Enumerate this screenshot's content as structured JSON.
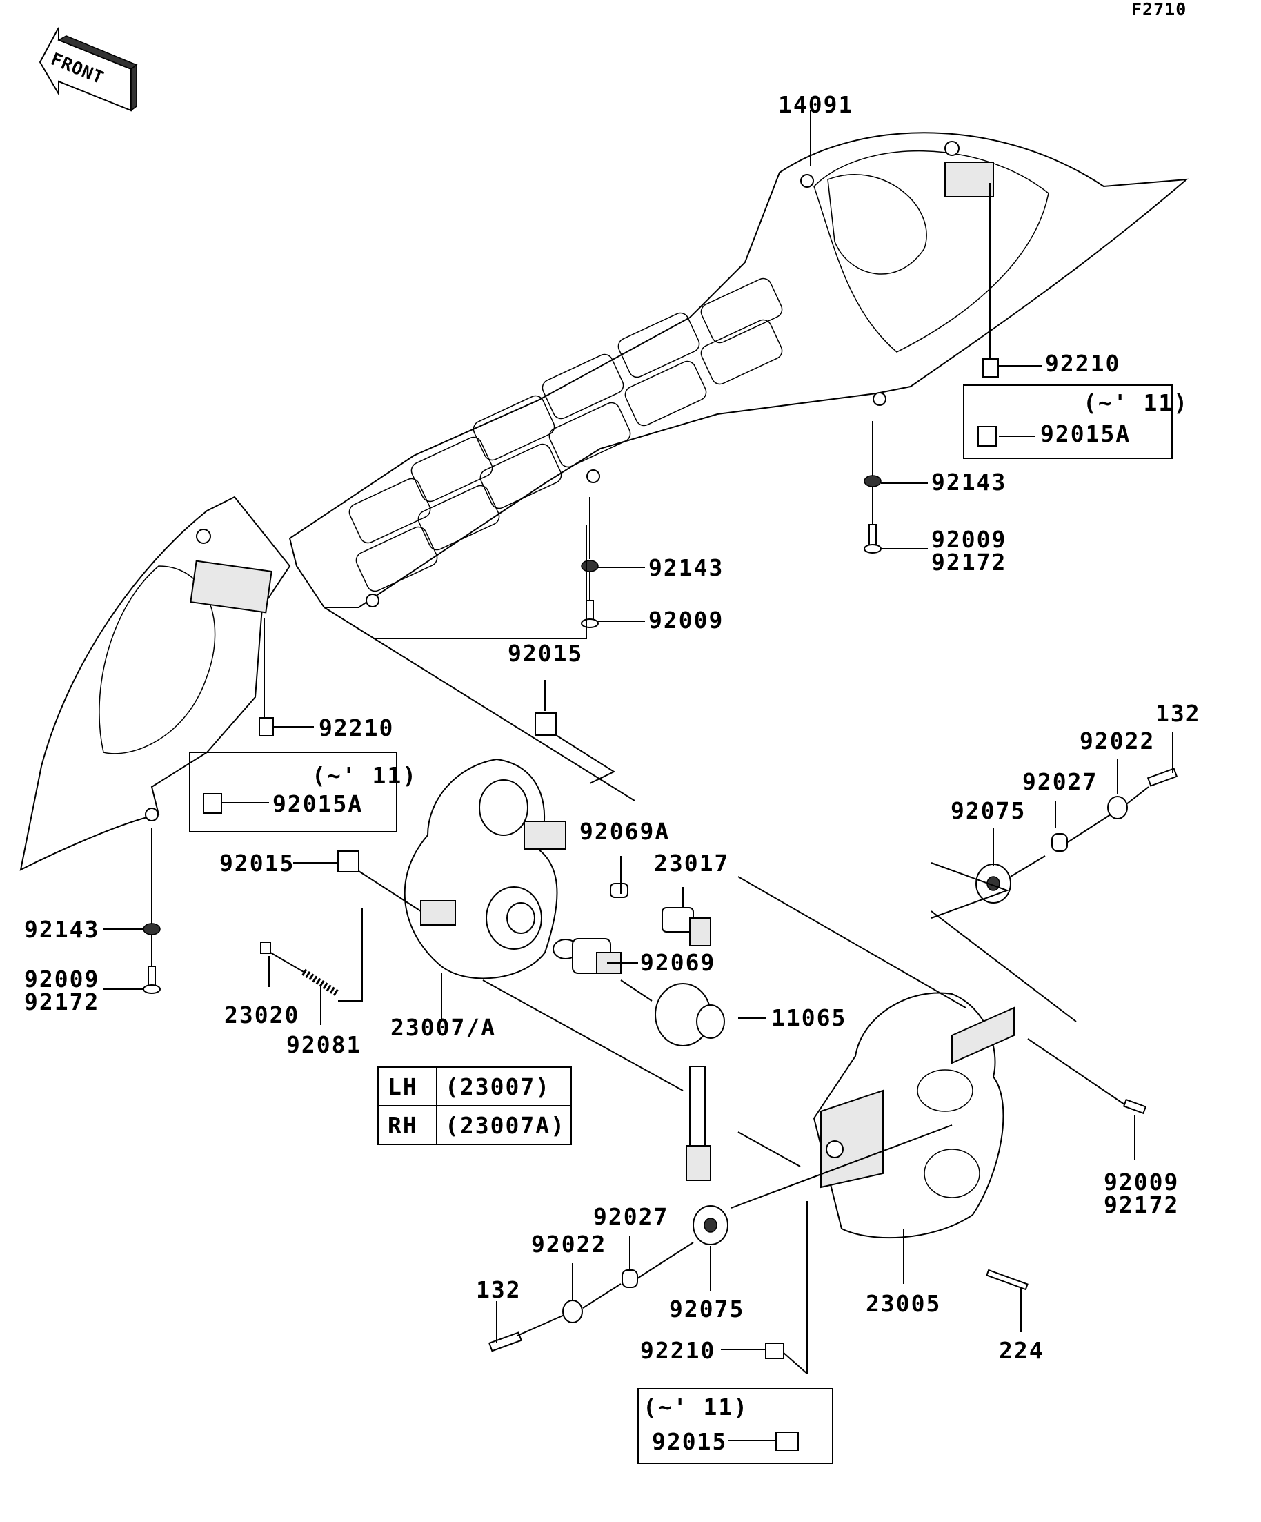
{
  "figure_code": "F2710",
  "front_arrow": {
    "text": "FRONT",
    "icon": "front-arrow-icon"
  },
  "labels": {
    "p14091": "14091",
    "p92210_top": "92210",
    "p92015A_top": "92015A",
    "p92143_right": "92143",
    "p92009_right": "92009",
    "p92172_right": "92172",
    "p92143_mid": "92143",
    "p92009_mid": "92009",
    "p92015_top": "92015",
    "p92210_left": "92210",
    "p92015A_left": "92015A",
    "p92069A": "92069A",
    "p23017": "23017",
    "p92015_mid": "92015",
    "p92143_left": "92143",
    "p92009_left": "92009",
    "p92172_left": "92172",
    "p23020": "23020",
    "p92081": "92081",
    "p23007A": "23007/A",
    "p92069": "92069",
    "p11065": "11065",
    "p132_right": "132",
    "p92022_right": "92022",
    "p92027_right": "92027",
    "p92075_right": "92075",
    "p92009_br": "92009",
    "p92172_br": "92172",
    "p92027_bottom": "92027",
    "p92022_bottom": "92022",
    "p132_bottom": "132",
    "p92075_bottom": "92075",
    "p23005": "23005",
    "p224": "224",
    "p92210_bottom": "92210",
    "p92015_bottom": "92015"
  },
  "year_note": "(~' 11)",
  "side_table": {
    "rows": [
      {
        "side": "LH",
        "part": "(23007)"
      },
      {
        "side": "RH",
        "part": "(23007A)"
      }
    ]
  }
}
